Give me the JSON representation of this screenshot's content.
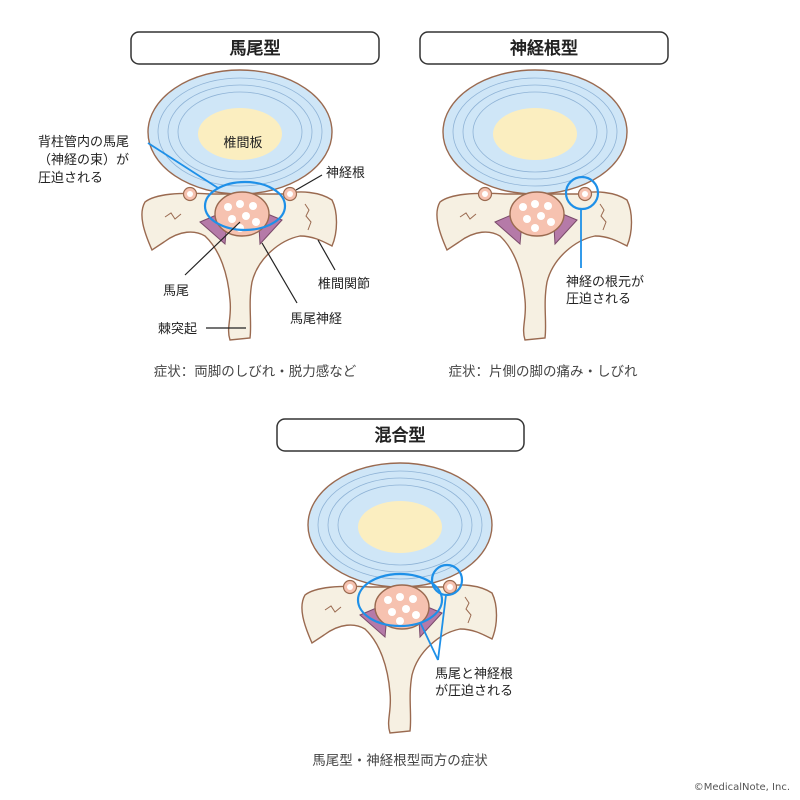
{
  "panels": [
    {
      "title": "馬尾型",
      "labels": {
        "compressed_1": "背柱管内の馬尾",
        "compressed_2": "（神経の束）が",
        "compressed_3": "圧迫される",
        "disc": "椎間板",
        "nerve_root": "神経根",
        "facet_joint": "椎間関節",
        "cauda_equina": "馬尾",
        "cauda_equina_nerve": "馬尾神経",
        "spinous_process": "棘突起"
      },
      "symptom": "症状：両脚のしびれ・脱力感など"
    },
    {
      "title": "神経根型",
      "labels": {
        "compressed_1": "神経の根元が",
        "compressed_2": "圧迫される"
      },
      "symptom": "症状：片側の脚の痛み・しびれ"
    },
    {
      "title": "混合型",
      "labels": {
        "compressed_1": "馬尾と神経根",
        "compressed_2": "が圧迫される"
      },
      "symptom": "馬尾型・神経根型両方の症状"
    }
  ],
  "copyright": "©MedicalNote, Inc.",
  "colors": {
    "highlight": "#1e90e8",
    "disc": "#cfe6f7",
    "nucleus": "#fbeec0",
    "bone": "#f6f0e2",
    "nerve": "#f6c2b0",
    "ligament": "#b57aa8"
  }
}
